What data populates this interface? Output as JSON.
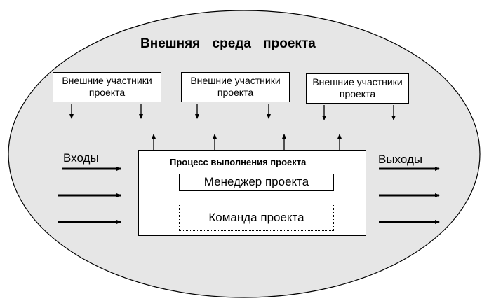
{
  "title": "Внешняя среда проекта",
  "participants": [
    {
      "line1": "Внешние участники",
      "line2": "проекта"
    },
    {
      "line1": "Внешние участники",
      "line2": "проекта"
    },
    {
      "line1": "Внешние участники",
      "line2": "проекта"
    }
  ],
  "process": {
    "title": "Процесс выполнения проекта",
    "manager": "Менеджер проекта",
    "team": "Команда проекта"
  },
  "inputs_label": "Входы",
  "outputs_label": "Выходы"
}
